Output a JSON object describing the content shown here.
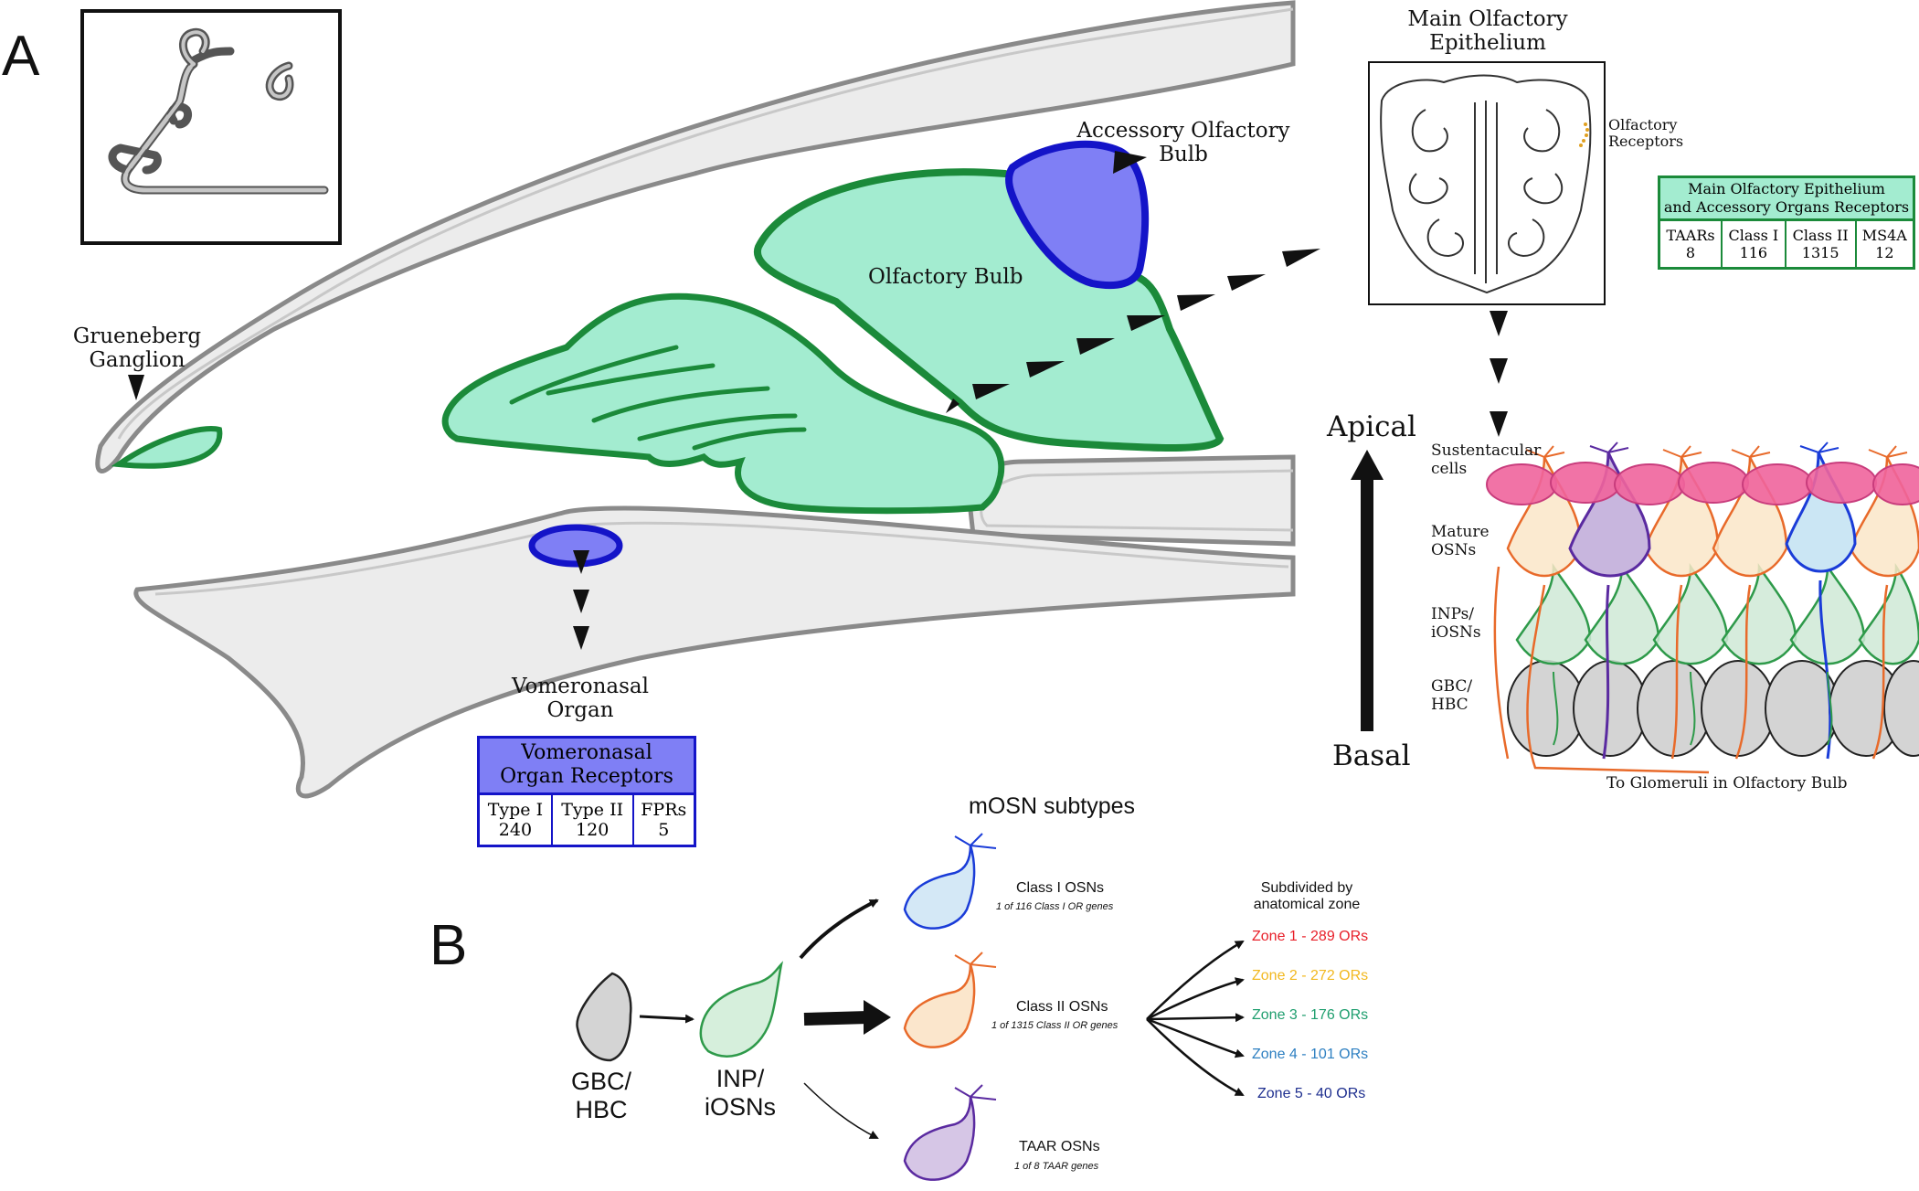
{
  "panel_a": {
    "letter": "A",
    "labels": {
      "main_olfactory_epithelium_1": "Main Olfactory",
      "main_olfactory_epithelium_2": "Epithelium",
      "olfactory_receptors_1": "Olfactory",
      "olfactory_receptors_2": "Receptors",
      "accessory_olfactory_bulb_1": "Accessory Olfactory",
      "accessory_olfactory_bulb_2": "Bulb",
      "olfactory_bulb": "Olfactory Bulb",
      "grueneberg_1": "Grueneberg",
      "grueneberg_2": "Ganglion",
      "vomeronasal_1": "Vomeronasal",
      "vomeronasal_2": "Organ",
      "apical": "Apical",
      "basal": "Basal",
      "sustentacular_1": "Sustentacular",
      "sustentacular_2": "cells",
      "mature_1": "Mature",
      "mature_2": "OSNs",
      "inps_1": "INPs/",
      "inps_2": "iOSNs",
      "gbc_1": "GBC/",
      "gbc_2": "HBC",
      "to_glomeruli": "To Glomeruli in Olfactory Bulb"
    },
    "moe_table": {
      "title_1": "Main Olfactory Epithelium",
      "title_2": "and Accessory Organs Receptors",
      "cells": [
        {
          "name": "TAARs",
          "value": "8"
        },
        {
          "name": "Class I",
          "value": "116"
        },
        {
          "name": "Class II",
          "value": "1315"
        },
        {
          "name": "MS4A",
          "value": "12"
        }
      ]
    },
    "vno_table": {
      "title_1": "Vomeronasal",
      "title_2": "Organ Receptors",
      "cells": [
        {
          "name": "Type I",
          "value": "240"
        },
        {
          "name": "Type II",
          "value": "120"
        },
        {
          "name": "FPRs",
          "value": "5"
        }
      ]
    }
  },
  "panel_b": {
    "letter": "B",
    "title": "mOSN subtypes",
    "gbc_1": "GBC/",
    "gbc_2": "HBC",
    "inp_1": "INP/",
    "inp_2": "iOSNs",
    "class1": "Class I OSNs",
    "class1_sub": "1 of 116 Class I OR genes",
    "class2": "Class II OSNs",
    "class2_sub": "1 of 1315 Class II OR genes",
    "taar": "TAAR OSNs",
    "taar_sub": "1 of 8 TAAR genes",
    "subdivided_1": "Subdivided by",
    "subdivided_2": "anatomical zone",
    "zones": [
      {
        "label": "Zone 1 - 289 ORs",
        "color": "#e8202a"
      },
      {
        "label": "Zone 2 - 272 ORs",
        "color": "#f2b81f"
      },
      {
        "label": "Zone 3 - 176 ORs",
        "color": "#1e9e6e"
      },
      {
        "label": "Zone 4 - 101 ORs",
        "color": "#2d7fc1"
      },
      {
        "label": "Zone 5 - 40 ORs",
        "color": "#1e2f8f"
      }
    ]
  },
  "colors": {
    "bulb_fill": "#a3ecd0",
    "bulb_stroke": "#1b8a3a",
    "accessory_fill": "#7f7ff5",
    "accessory_stroke": "#1414c8",
    "tissue_fill": "#ececec",
    "tissue_stroke": "#8a8a8a"
  }
}
